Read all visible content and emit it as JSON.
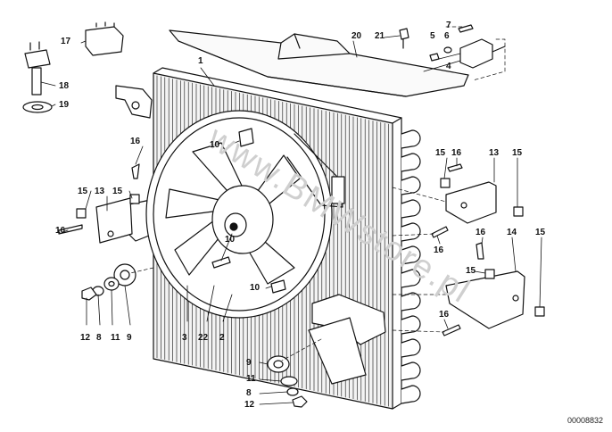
{
  "callouts": [
    "1",
    "2",
    "3",
    "4",
    "5",
    "6",
    "7",
    "8",
    "9",
    "10",
    "11",
    "12",
    "13",
    "14",
    "15",
    "16",
    "17",
    "18",
    "19",
    "20",
    "21",
    "22"
  ],
  "watermark": "www.BMWstore.pl",
  "diagram_id": "00008832",
  "colors": {
    "ink": "#111111",
    "watermark": "#cfcfcf",
    "background": "#ffffff"
  }
}
